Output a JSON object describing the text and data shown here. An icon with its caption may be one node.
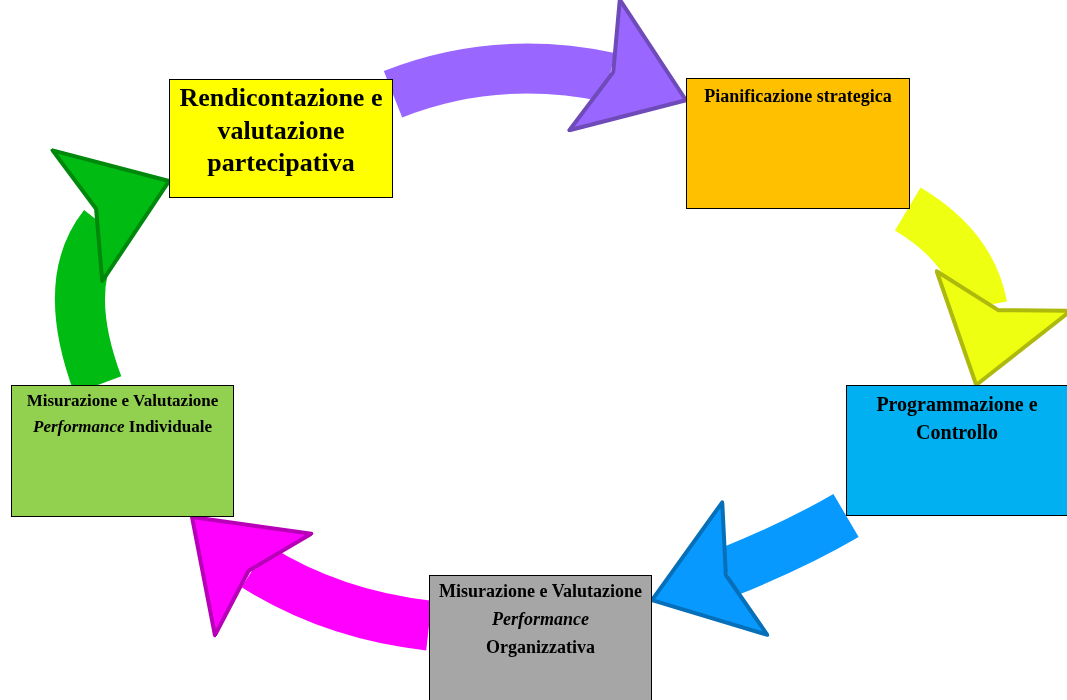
{
  "diagram": {
    "nodes": [
      {
        "text": [
          "Rendicontazione e valutazione partecipativa"
        ]
      },
      {
        "text": [
          "Pianificazione strategica"
        ]
      },
      {
        "text": [
          "Programmazione e Controllo"
        ]
      },
      {
        "text": [
          "Misurazione e Valutazione *Performance* Organizzativa"
        ]
      },
      {
        "text": [
          "Misurazione e Valutazione *Performance* Individuale"
        ]
      }
    ],
    "edges": [
      {
        "from": 0,
        "to": 1,
        "arrow": "to",
        "color": "#9966ff"
      },
      {
        "from": 1,
        "to": 2,
        "arrow": "to",
        "color": "#eeff11"
      },
      {
        "from": 2,
        "to": 3,
        "arrow": "to",
        "color": "#0899ff"
      },
      {
        "from": 3,
        "to": 4,
        "arrow": "to",
        "color": "#ff00ff"
      },
      {
        "from": 4,
        "to": 0,
        "arrow": "to",
        "color": "#00bb11"
      }
    ]
  }
}
